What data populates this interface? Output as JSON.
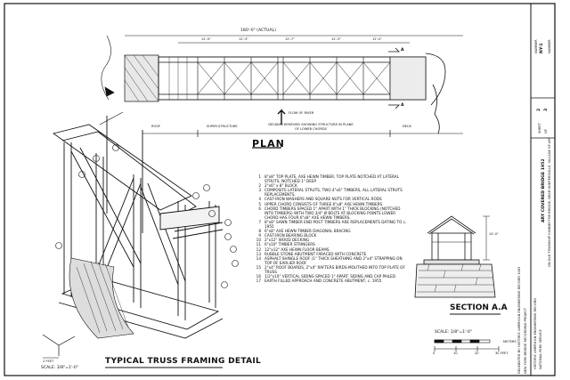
{
  "plan": {
    "title": "PLAN",
    "dimension_overall": "180'-0\" (ACTUAL)",
    "dims": [
      "12'-0\"",
      "12'-3\"",
      "12'-7\"",
      "12'-3\"",
      "12'-0\""
    ],
    "flow_label": "FLOW OF RIVER",
    "decking_note": "DECKING REMOVED SHOWING STRUCTURE IN PLANE OF LOWER CHORDS",
    "zones": [
      "ROOF",
      "SUPER-STRUCTURE",
      "DECK"
    ],
    "section_marks": [
      "A",
      "A"
    ]
  },
  "truss_detail": {
    "title": "TYPICAL TRUSS FRAMING DETAIL",
    "scale": "SCALE: 3/8\"=1'-0\"",
    "scale_bar_label": "2 FEET"
  },
  "notes": [
    {
      "n": "1",
      "t": "8\"x8\" TOP PLATE, AXE HEWN TIMBER, TOP PLATE NOTCHED AT LATERAL STRUTS, NOTCHED 1\" DEEP"
    },
    {
      "n": "2",
      "t": "2\"x6\" x 8\" BLOCK"
    },
    {
      "n": "3",
      "t": "COMPOSITE LATERAL STRUTS, TWO 4\"x6\" TIMBERS, ALL LATERAL STRUTS REPLACEMENTS."
    },
    {
      "n": "4",
      "t": "CAST-IRON WASHERS AND SQUARE NUTS FOR VERTICAL RODS"
    },
    {
      "n": "5",
      "t": "UPPER CHORD CONSISTS OF THREE 6\"x8\" AXE HEWN TIMBERS"
    },
    {
      "n": "6",
      "t": "CHORD TIMBERS SPACED 1\" APART WITH 1\" THICK BLOCKING (NOTCHED INTO TIMBERS) WITH TWO 3/4\" Ø BOLTS AT BLOCKING POINTS LOWER CHORD HAS FOUR 6\"x8\" AXE HEWN TIMBERS."
    },
    {
      "n": "7",
      "t": "8\"x8\" SAWN TIMBER END POST TIMBERS ARE REPLACEMENTS DATING TO c. 1955"
    },
    {
      "n": "8",
      "t": "6\"x8\" AXE HEWN TIMBER DIAGONAL BRACING"
    },
    {
      "n": "9",
      "t": "CAST-IRON BEARING BLOCK"
    },
    {
      "n": "10",
      "t": "2\"x12\" WOOD DECKING"
    },
    {
      "n": "11",
      "t": "6\"x10\" TIMBER STRINGERS"
    },
    {
      "n": "12",
      "t": "12\"x12\" AXE HEWN FLOOR BEAMS"
    },
    {
      "n": "13",
      "t": "RUBBLE STONE ABUTMENT FARACED WITH CONCRETE"
    },
    {
      "n": "14",
      "t": "ASPHALT SHINGLE ROOF (1\" THICK SHEATHING AND 2\"x4\" STRAPPING ON TOP OF EARLIER ROOF"
    },
    {
      "n": "15",
      "t": "2\"x4\" ROOF BOARDS, 2\"x4\" RAFTERS BIRDS-MOUTHED INTO TOP PLATE OF TRUSS"
    },
    {
      "n": "16",
      "t": "1/2\"x10\" VERTICAL SIDING SPACED 1\" APART. SIDING AND CAP PAILED"
    },
    {
      "n": "17",
      "t": "EARTH FILLED APPROACH AND CONCRETE ABUTMENT, c. 1955"
    }
  ],
  "section": {
    "title": "SECTION A.A",
    "dim_label": "14'-0\"",
    "scale": "SCALE: 1/8\"=1'-0\"",
    "scale_feet": [
      "0",
      "10",
      "20",
      "30 FEET"
    ],
    "scale_meters": "METERS"
  },
  "title_block": {
    "agency": "HISTORIC AMERICAN ENGINEERING RECORD",
    "program": "NATIONAL PARK SERVICE",
    "bridge": "ARY COVERED BRIDGE 1952",
    "location": "ON OLD TOWNSHIP CONNECTOR BRIDGE, NEAR HUNTERSVILLE, VILLAGE OF ARY",
    "sheet_label": "SHEET",
    "sheet_no": "2",
    "of": "OF",
    "total": "3",
    "haer_no": "NY-1",
    "side_note": "NEW YORK BRIDGE RECORDING PROJECT",
    "drawn": "DELINEATED BY: HISTORIC AMERICAN ENGINEERING RECORD 1983",
    "top_mark": "NUMBER",
    "bottom_mark": "NUMBER"
  }
}
